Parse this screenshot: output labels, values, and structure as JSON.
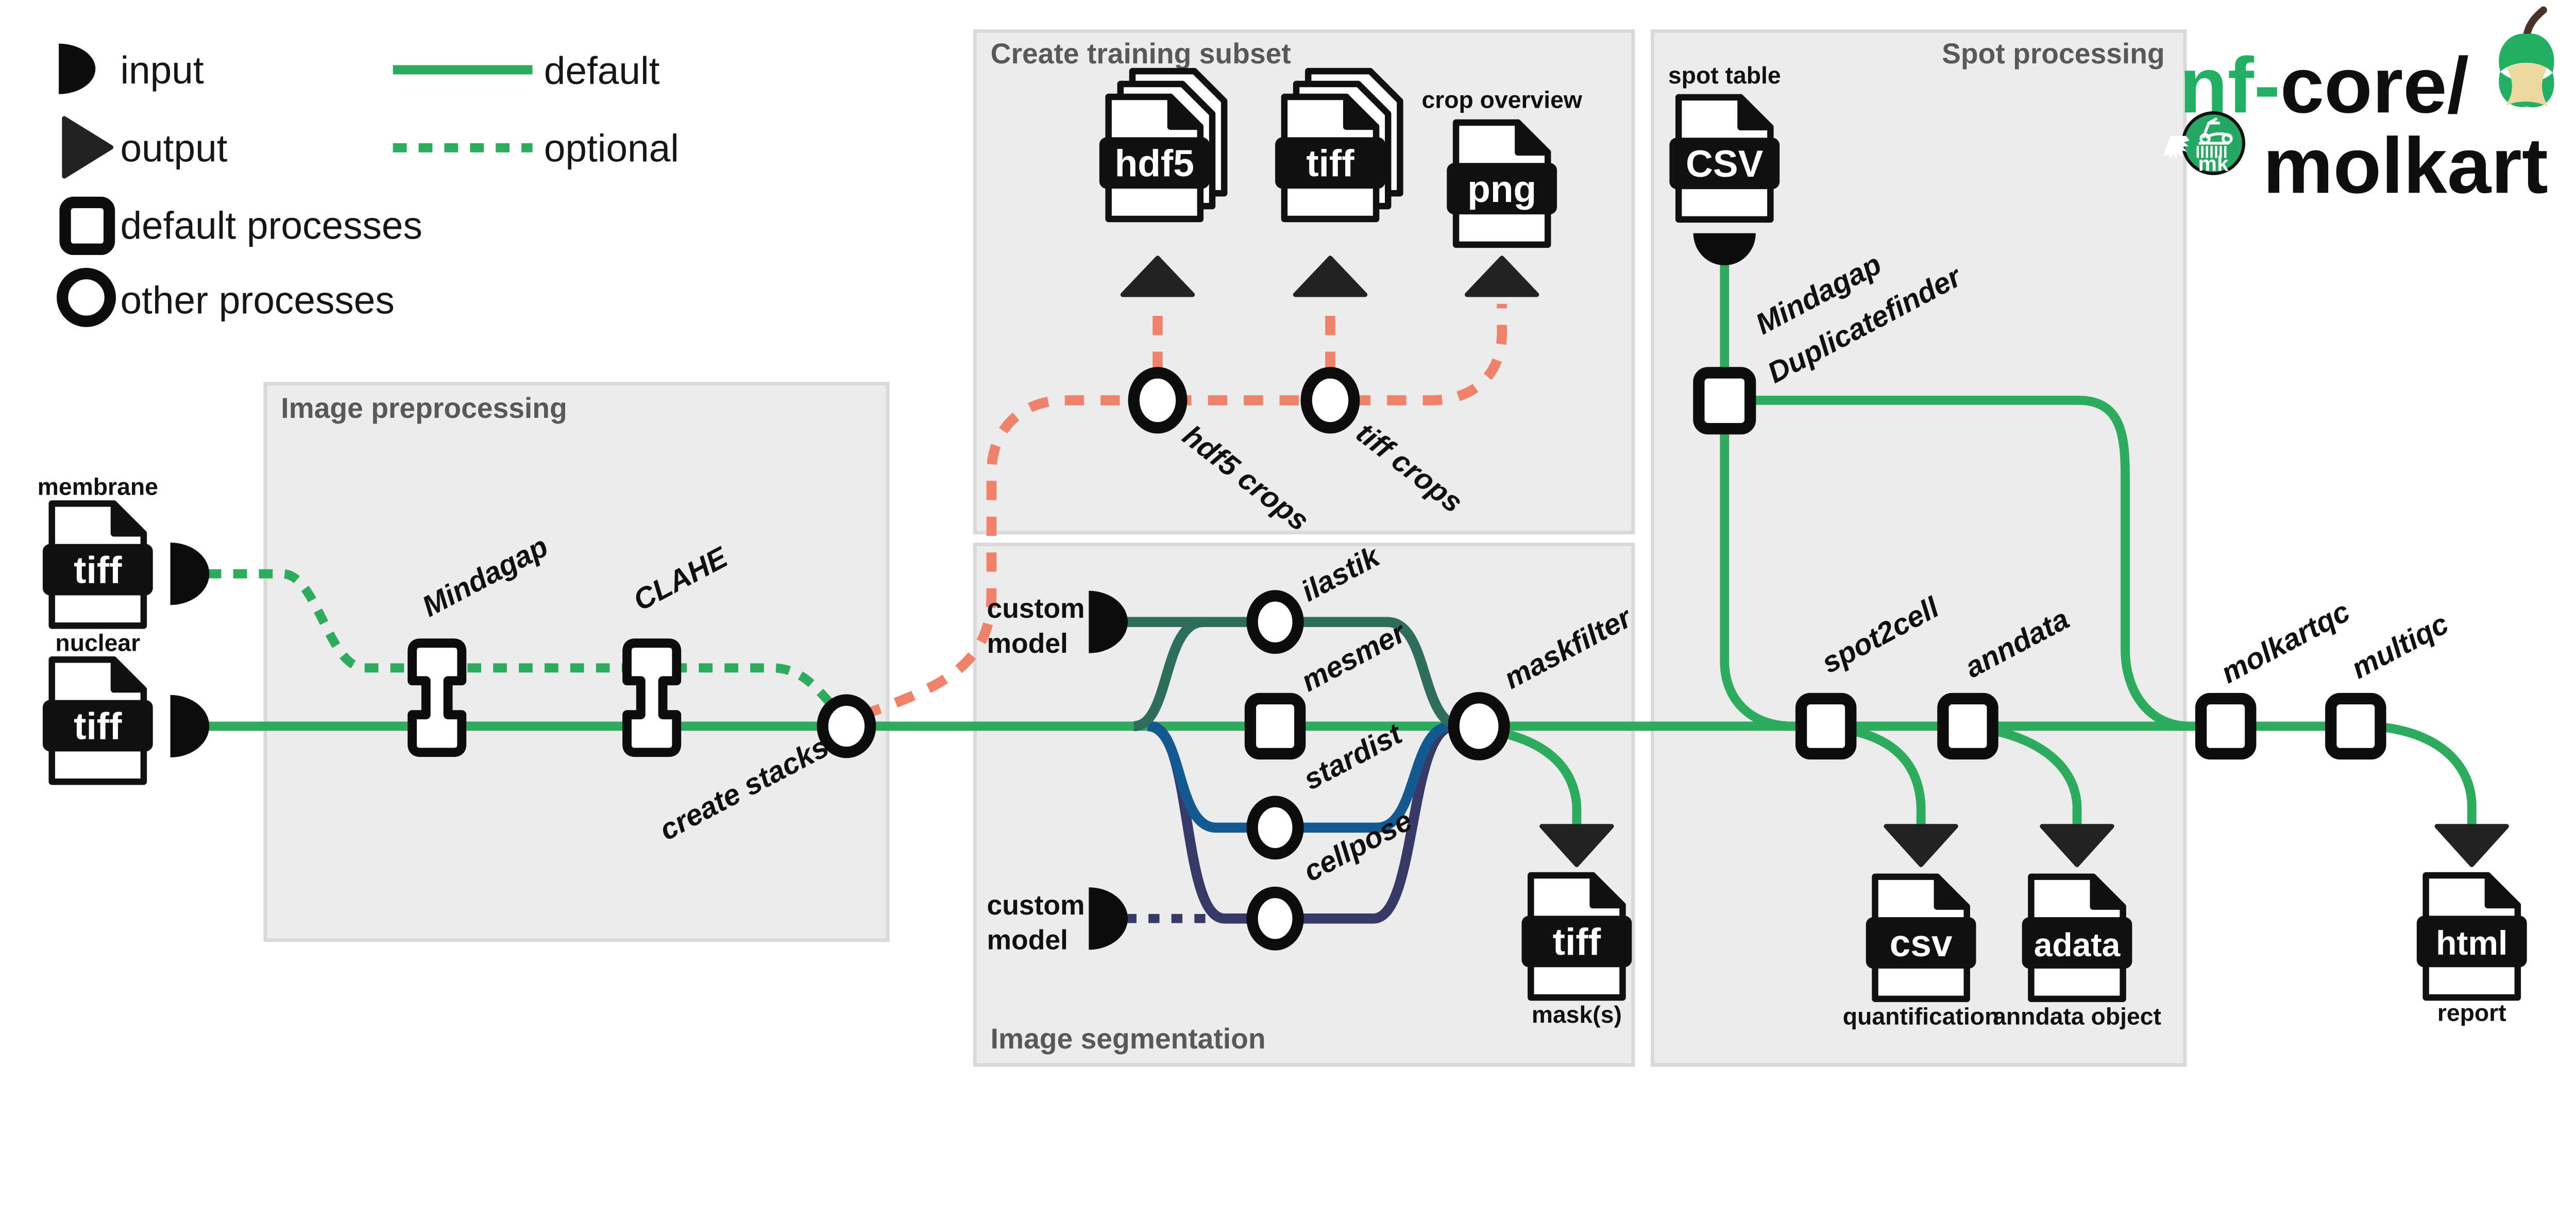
{
  "title": "nf-core/molkart pipeline diagram",
  "legend": {
    "input": "input",
    "output": "output",
    "default_processes": "default processes",
    "other_processes": "other processes",
    "default_line": "default",
    "optional_line": "optional"
  },
  "boxes": {
    "preprocessing": "Image preprocessing",
    "training": "Create training subset",
    "segmentation": "Image segmentation",
    "spot": "Spot processing"
  },
  "files": {
    "membrane": {
      "label": "membrane",
      "ext": "tiff"
    },
    "nuclear": {
      "label": "nuclear",
      "ext": "tiff"
    },
    "spot_table": {
      "label": "spot table",
      "ext": "CSV"
    },
    "hdf5_crops_file": {
      "ext": "hdf5"
    },
    "tiff_crops_file": {
      "ext": "tiff"
    },
    "crop_overview": {
      "label": "crop overview",
      "ext": "png"
    },
    "masks": {
      "label": "mask(s)",
      "ext": "tiff"
    },
    "quantification": {
      "label": "quantification",
      "ext": "csv"
    },
    "anndata_object": {
      "label": "anndata object",
      "ext": "adata"
    },
    "report": {
      "label": "report",
      "ext": "html"
    }
  },
  "inputs": {
    "custom_model_line1": "custom",
    "custom_model_line2": "model"
  },
  "processes": {
    "mindagap": "Mindagap",
    "clahe": "CLAHE",
    "create_stacks": "create stacks",
    "hdf5_crops": "hdf5 crops",
    "tiff_crops": "tiff crops",
    "ilastik": "ilastik",
    "mesmer": "mesmer",
    "stardist": "stardist",
    "cellpose": "cellpose",
    "maskfilter": "maskfilter",
    "duplicatefinder_line1": "Mindagap",
    "duplicatefinder_line2": "Duplicatefinder",
    "spot2cell": "spot2cell",
    "anndata": "anndata",
    "molkartqc": "molkartqc",
    "multiqc": "multiqc"
  },
  "logo": {
    "prefix": "nf-",
    "core": "core/",
    "name": "molkart",
    "badge": "mk"
  },
  "colors": {
    "default_green": "#2EAC5E",
    "optional_green_dotted": "#2EAC5E",
    "training_salmon": "#F0826C",
    "ilastik_teal": "#2F6E5C",
    "stardist_blue": "#135A92",
    "cellpose_navy": "#373A66",
    "box_fill": "#ececec",
    "box_border": "#d9d9d9",
    "box_title": "#58585a",
    "nfcore_green": "#24B064",
    "apple_core_cream": "#ECD9A2",
    "ink_black": "#111111"
  }
}
